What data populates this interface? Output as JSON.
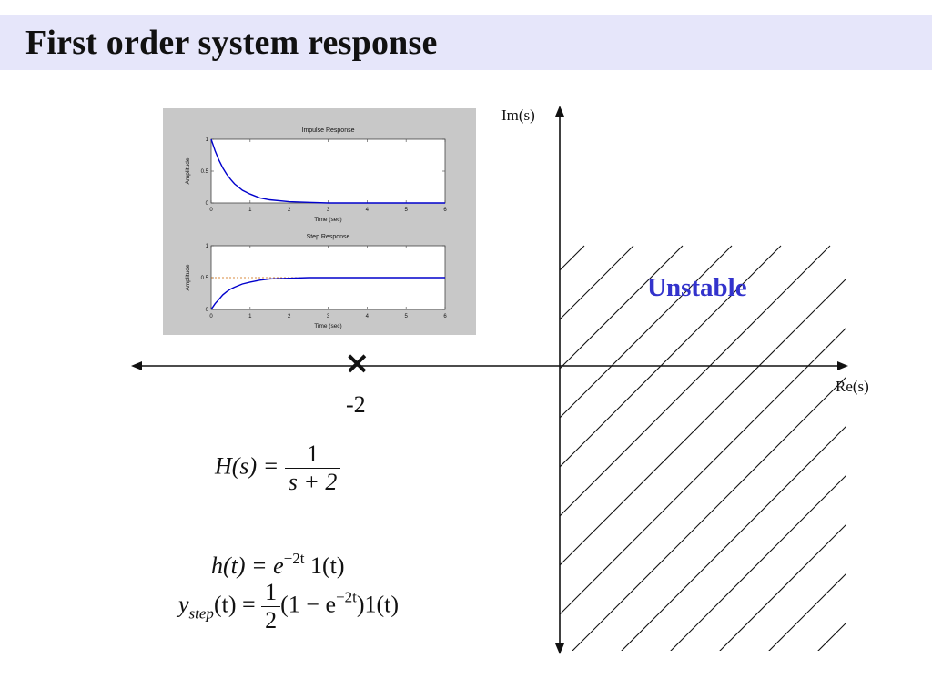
{
  "slide": {
    "title": "First order system response"
  },
  "s_plane": {
    "im_axis_label": "Im(s)",
    "re_axis_label": "Re(s)",
    "pole_label": "-2",
    "pole_marker": "×",
    "region_label": "Unstable",
    "region_label_color": "#3333cc",
    "hatched_region": "right-half-plane"
  },
  "equations": {
    "transfer": {
      "lhs": "H(s) =",
      "numerator": "1",
      "denominator": "s + 2"
    },
    "impulse": {
      "lhs": "h(t) = e",
      "exponent": "−2t",
      "rest": " 1(t)"
    },
    "step": {
      "y": "y",
      "subscript": "step",
      "lhs_rest": "(t) =",
      "numerator": "1",
      "denominator": "2",
      "rhs_start": "(1 − e",
      "exponent": "−2t",
      "rhs_end": ")1(t)"
    }
  },
  "chart_data": [
    {
      "type": "line",
      "title": "Impulse Response",
      "xlabel": "Time (sec)",
      "ylabel": "Amplitude",
      "xlim": [
        0,
        6
      ],
      "ylim": [
        0,
        1
      ],
      "x_ticks": [
        "0",
        "1",
        "2",
        "3",
        "4",
        "5",
        "6"
      ],
      "y_ticks": [
        "0",
        "0.5",
        "1"
      ],
      "series": [
        {
          "color": "#0000cc",
          "x": [
            0,
            0.1,
            0.2,
            0.3,
            0.4,
            0.5,
            0.6,
            0.8,
            1.0,
            1.25,
            1.5,
            2.0,
            2.5,
            3.0,
            4.0,
            5.0,
            6.0
          ],
          "y": [
            1.0,
            0.82,
            0.67,
            0.55,
            0.45,
            0.37,
            0.3,
            0.2,
            0.14,
            0.08,
            0.05,
            0.02,
            0.01,
            0.0,
            0.0,
            0.0,
            0.0
          ]
        }
      ]
    },
    {
      "type": "line",
      "title": "Step Response",
      "xlabel": "Time (sec)",
      "ylabel": "Amplitude",
      "xlim": [
        0,
        6
      ],
      "ylim": [
        0,
        1
      ],
      "x_ticks": [
        "0",
        "1",
        "2",
        "3",
        "4",
        "5",
        "6"
      ],
      "y_ticks": [
        "0",
        "0.5",
        "1"
      ],
      "reference_line": {
        "y": 0.5,
        "color": "#cc6600",
        "style": "dashed"
      },
      "series": [
        {
          "color": "#0000cc",
          "x": [
            0,
            0.1,
            0.2,
            0.3,
            0.4,
            0.5,
            0.6,
            0.8,
            1.0,
            1.25,
            1.5,
            2.0,
            2.5,
            3.0,
            4.0,
            5.0,
            6.0
          ],
          "y": [
            0.0,
            0.09,
            0.16,
            0.23,
            0.28,
            0.32,
            0.35,
            0.4,
            0.43,
            0.46,
            0.48,
            0.49,
            0.5,
            0.5,
            0.5,
            0.5,
            0.5
          ]
        }
      ]
    }
  ]
}
